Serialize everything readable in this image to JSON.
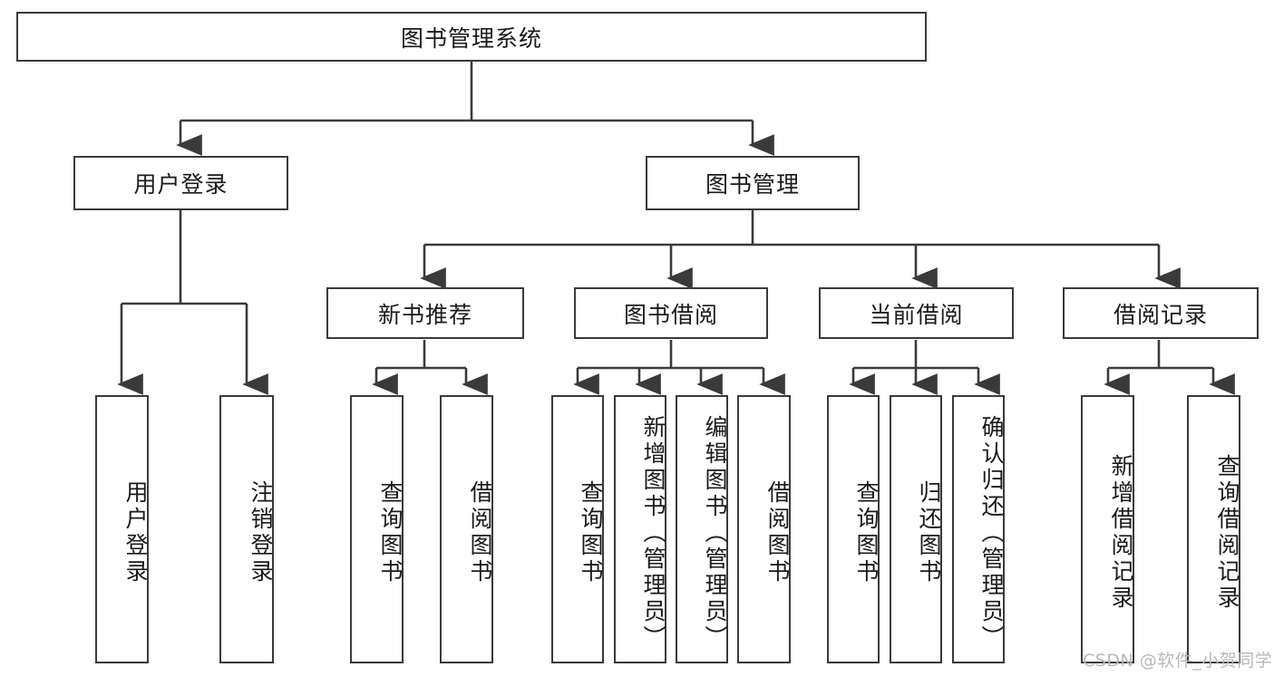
{
  "diagram": {
    "type": "hierarchy-tree",
    "title": "图书管理系统",
    "root": {
      "id": "root",
      "label": "图书管理系统"
    },
    "level1": [
      {
        "id": "user-login",
        "label": "用户登录"
      },
      {
        "id": "book-management",
        "label": "图书管理"
      }
    ],
    "level2": [
      {
        "id": "new-book-recommend",
        "label": "新书推荐",
        "parent": "book-management"
      },
      {
        "id": "book-borrow",
        "label": "图书借阅",
        "parent": "book-management"
      },
      {
        "id": "current-borrow",
        "label": "当前借阅",
        "parent": "book-management"
      },
      {
        "id": "borrow-record",
        "label": "借阅记录",
        "parent": "book-management"
      }
    ],
    "leaves": {
      "user_login": [
        {
          "id": "leaf-user-login",
          "label": "用户登录"
        },
        {
          "id": "leaf-logout",
          "label": "注销登录"
        }
      ],
      "new_book_recommend": [
        {
          "id": "leaf-query-book-1",
          "label": "查询图书"
        },
        {
          "id": "leaf-borrow-book-1",
          "label": "借阅图书"
        }
      ],
      "book_borrow": [
        {
          "id": "leaf-query-book-2",
          "label": "查询图书"
        },
        {
          "id": "leaf-add-book",
          "label": "新增图书（管理员）"
        },
        {
          "id": "leaf-edit-book",
          "label": "编辑图书（管理员）"
        },
        {
          "id": "leaf-borrow-book-2",
          "label": "借阅图书"
        }
      ],
      "current_borrow": [
        {
          "id": "leaf-query-book-3",
          "label": "查询图书"
        },
        {
          "id": "leaf-return-book",
          "label": "归还图书"
        },
        {
          "id": "leaf-confirm-return",
          "label": "确认归还（管理员）"
        }
      ],
      "borrow_record": [
        {
          "id": "leaf-add-record",
          "label": "新增借阅记录"
        },
        {
          "id": "leaf-query-record",
          "label": "查询借阅记录"
        }
      ]
    }
  },
  "watermark": {
    "text": "CSDN @软件_小贺同学"
  },
  "colors": {
    "stroke": "#3a3a3a",
    "background": "#ffffff",
    "text": "#1a1a1a",
    "watermark": "#b9b9b9"
  }
}
